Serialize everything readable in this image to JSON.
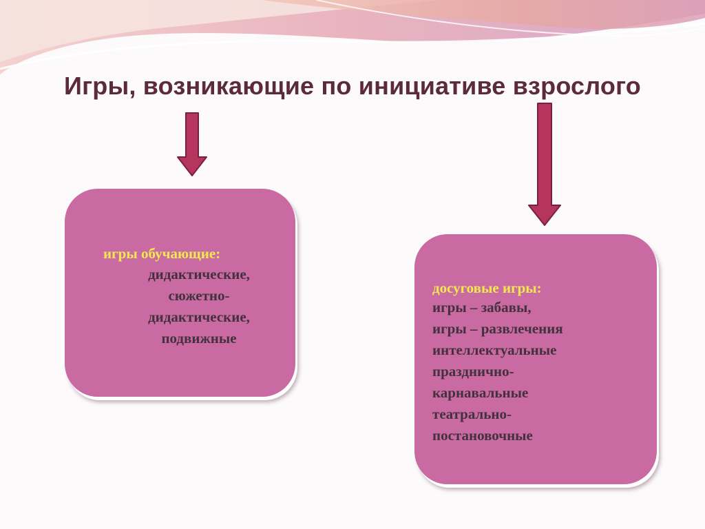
{
  "slide": {
    "title": "Игры, возникающие по инициативе взрослого"
  },
  "left_card": {
    "heading": "игры обучающие:",
    "items": [
      "дидактические,",
      "сюжетно-",
      "дидактические,",
      "подвижные"
    ]
  },
  "right_card": {
    "heading": "досуговые игры:",
    "items": [
      "игры – забавы,",
      "игры – развлечения",
      "интеллектуальные",
      "празднично-",
      "карнавальные",
      "театрально-",
      "постановочные"
    ]
  },
  "colors": {
    "card_fill": "#c96aa3",
    "heading_text": "#f3e84c",
    "arrow_fill": "#b5355f",
    "title_text": "#5b2a3c"
  }
}
